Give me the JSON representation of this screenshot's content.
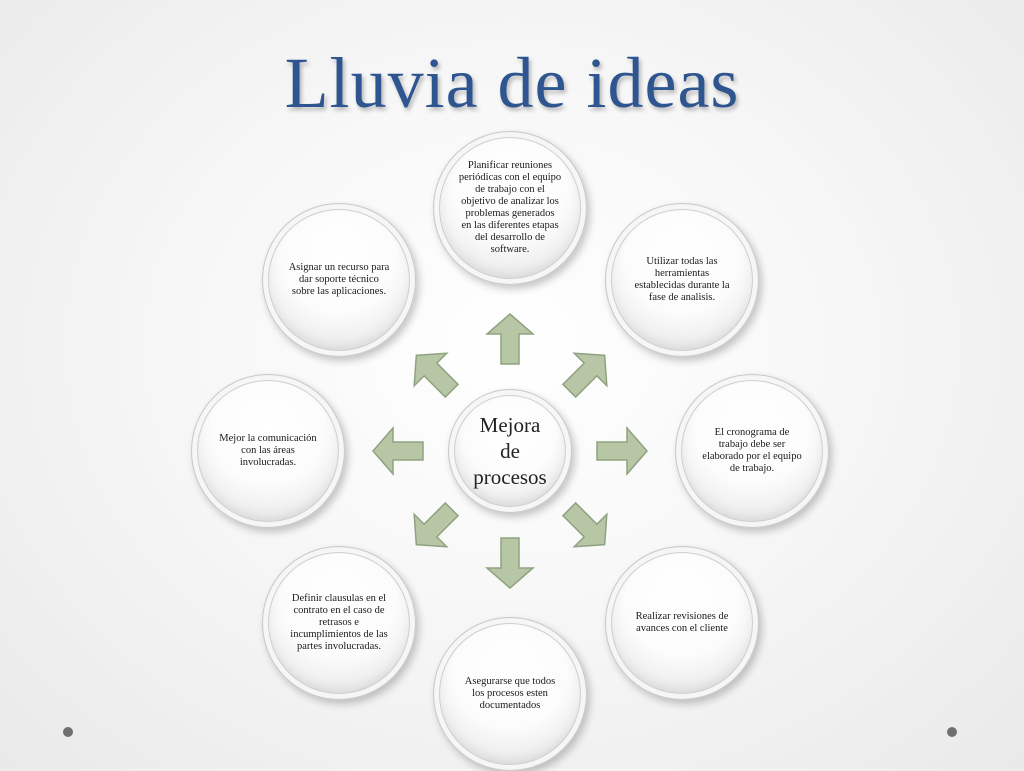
{
  "title": "Lluvia de ideas",
  "center": {
    "label_lines": [
      "Mejora",
      "de",
      "procesos"
    ]
  },
  "nodes": {
    "top": {
      "lines": [
        "Planificar reuniones",
        "periódicas  con el equipo",
        "de trabajo con el",
        "objetivo  de analizar los",
        "problemas  generados",
        "en las diferentes  etapas",
        "del desarrollo  de",
        "software."
      ]
    },
    "top_right": {
      "lines": [
        "Utilizar todas las",
        "herramientas",
        "establecidas   durante la",
        "fase de analisis."
      ]
    },
    "right": {
      "lines": [
        "El cronograma de",
        "trabajo debe ser",
        "elaborado  por el equipo",
        "de trabajo."
      ]
    },
    "bottom_right": {
      "lines": [
        "Realizar revisiones  de",
        "avances con el cliente"
      ]
    },
    "bottom": {
      "lines": [
        "Asegurarse  que todos",
        "los procesos  esten",
        "documentados"
      ]
    },
    "bottom_left": {
      "lines": [
        "Definir clausulas en el",
        "contrato en el caso de",
        "retrasos  e",
        "incumplimientos  de las",
        "partes involucradas."
      ]
    },
    "left": {
      "lines": [
        "Mejor la comunicación",
        "con las áreas",
        "involucradas."
      ]
    },
    "top_left": {
      "lines": [
        "Asignar un recurso para",
        "dar soporte  técnico",
        "sobre las aplicaciones."
      ]
    }
  },
  "colors": {
    "title": "#2e5590",
    "arrow_fill": "#b7c7a6",
    "arrow_stroke": "#8fa27f"
  }
}
